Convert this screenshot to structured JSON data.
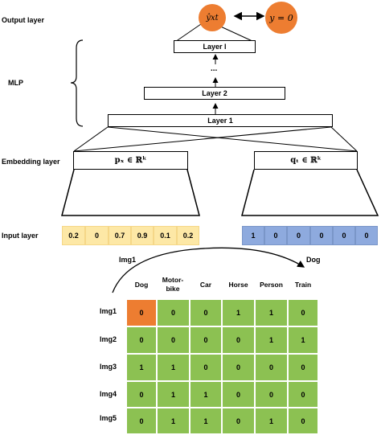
{
  "side_labels": {
    "output": "Output layer",
    "mlp": "MLP",
    "embedding": "Embedding layer",
    "input": "Input layer"
  },
  "output": {
    "prediction": "ŷxt",
    "target": "y = 0"
  },
  "mlp_layers": {
    "top": "Layer l",
    "dots": "...",
    "middle": "Layer 2",
    "bottom": "Layer 1"
  },
  "embedding": {
    "left": "pₓ ∈ ℝᵏ",
    "right": "qₜ ∈ ℝᵏ"
  },
  "input_vectors": {
    "left": [
      "0.2",
      "0",
      "0.7",
      "0.9",
      "0.1",
      "0.2"
    ],
    "right": [
      "1",
      "0",
      "0",
      "0",
      "0",
      "0"
    ]
  },
  "matrix": {
    "row_pointer": "Img1",
    "col_pointer": "Dog",
    "columns": [
      "Dog",
      "Motor-\nbike",
      "Car",
      "Horse",
      "Person",
      "Train"
    ],
    "rows": [
      {
        "label": "Img1",
        "values": [
          "0",
          "0",
          "0",
          "1",
          "1",
          "0"
        ]
      },
      {
        "label": "Img2",
        "values": [
          "0",
          "0",
          "0",
          "0",
          "1",
          "1"
        ]
      },
      {
        "label": "Img3",
        "values": [
          "1",
          "1",
          "0",
          "0",
          "0",
          "0"
        ]
      },
      {
        "label": "Img4",
        "values": [
          "0",
          "1",
          "1",
          "0",
          "0",
          "0"
        ]
      },
      {
        "label": "Img5",
        "values": [
          "0",
          "1",
          "1",
          "0",
          "1",
          "0"
        ]
      }
    ],
    "highlight_color": "#ed7d31",
    "cell_color": "#8cc152"
  },
  "colors": {
    "input_left": "#fde8a6",
    "input_right": "#8eaade",
    "output_circle": "#ed7d31"
  }
}
